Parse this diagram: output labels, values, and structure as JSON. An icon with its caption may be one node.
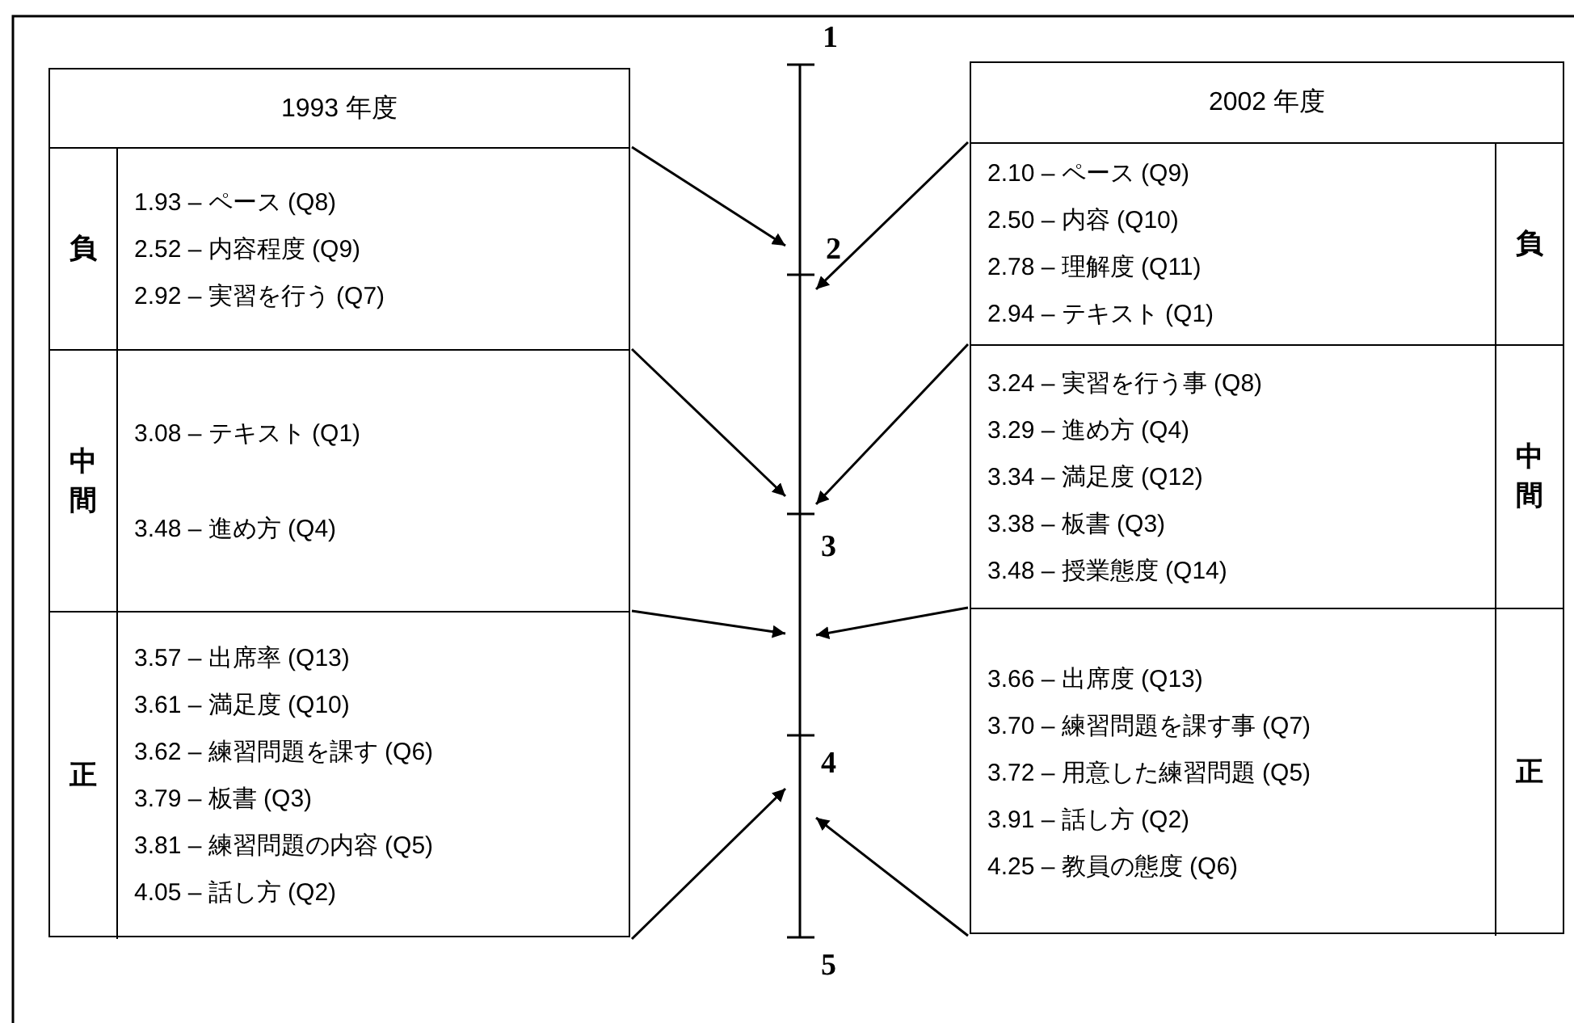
{
  "diagram": {
    "nodes": [
      {
        "text": [
          "1993 年度"
        ]
      },
      {
        "text": [
          "負",
          "1.93 – ペース (Q8)",
          "2.52 – 内容程度 (Q9)",
          "2.92 – 実習を行う (Q7)"
        ],
        "in": 0
      },
      {
        "text": [
          "中間",
          "3.08 – テキスト (Q1)",
          "3.48 – 進め方 (Q4)"
        ],
        "in": 0
      },
      {
        "text": [
          "正",
          "3.57 – 出席率 (Q13)",
          "3.61 – 満足度 (Q10)",
          "3.62 – 練習問題を課す (Q6)",
          "3.79 – 板書 (Q3)",
          "3.81 – 練習問題の内容 (Q5)",
          "4.05 – 話し方 (Q2)"
        ],
        "in": 0
      },
      {
        "text": [],
        "shape": "bar"
      },
      {
        "text": [
          "2002 年度"
        ]
      },
      {
        "text": [
          "負",
          "2.10 – ペース (Q9)",
          "2.50 – 内容 (Q10)",
          "2.78 – 理解度 (Q11)",
          "2.94 – テキスト (Q1)"
        ],
        "in": 5
      },
      {
        "text": [
          "中間",
          "3.24 – 実習を行う事 (Q8)",
          "3.29 – 進め方 (Q4)",
          "3.34 – 満足度 (Q12)",
          "3.38 – 板書 (Q3)",
          "3.48 – 授業態度 (Q14)"
        ],
        "in": 5
      },
      {
        "text": [
          "正",
          "3.66 – 出席度 (Q13)",
          "3.70 – 練習問題を課す事 (Q7)",
          "3.72 – 用意した練習問題 (Q5)",
          "3.91 – 話し方 (Q2)",
          "4.25 – 教員の態度 (Q6)"
        ],
        "in": 5
      }
    ],
    "edges": [
      {
        "from": 1,
        "to": 4,
        "arrow": "to"
      },
      {
        "from": 2,
        "to": 4,
        "arrow": "to"
      },
      {
        "from": 3,
        "to": 4,
        "arrow": "to"
      },
      {
        "from": 3,
        "to": 4,
        "arrow": "to"
      },
      {
        "from": 6,
        "to": 4,
        "arrow": "to"
      },
      {
        "from": 7,
        "to": 4,
        "arrow": "to"
      },
      {
        "from": 8,
        "to": 4,
        "arrow": "to"
      },
      {
        "from": 8,
        "to": 4,
        "arrow": "to"
      }
    ],
    "labels": [
      "1",
      "2",
      "3",
      "4",
      "5"
    ]
  }
}
